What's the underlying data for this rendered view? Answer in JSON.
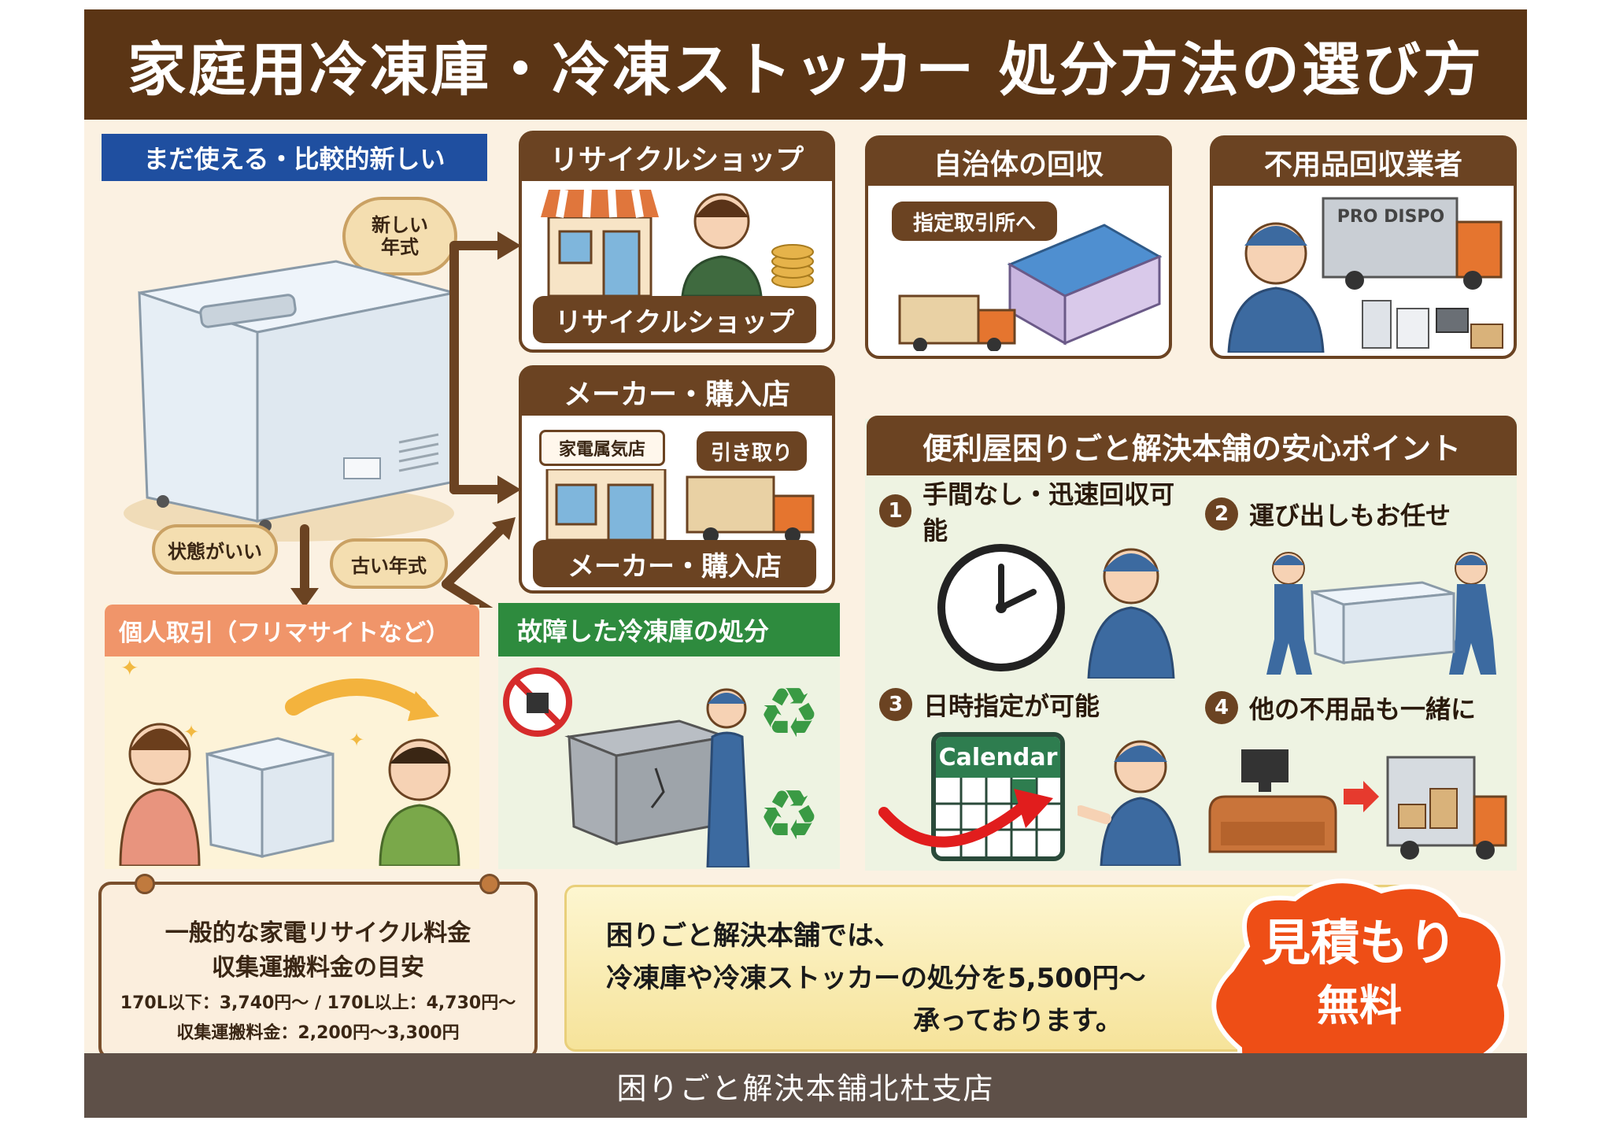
{
  "header": {
    "title": "家庭用冷凍庫・冷凍ストッカー 処分方法の選び方"
  },
  "left": {
    "tag": "まだ使える・比較的新しい",
    "bubble_new": "新しい年式",
    "bubble_good": "状態がいい",
    "bubble_old": "古い年式"
  },
  "recycle_shop": {
    "title": "リサイクルショップ",
    "label": "リサイクルショップ"
  },
  "maker": {
    "title": "メーカー・購入店",
    "store_sign": "家電属気店",
    "pickup": "引き取り",
    "label": "メーカー・購入店"
  },
  "municipal": {
    "title": "自治体の回収",
    "tag": "指定取引所へ"
  },
  "collector": {
    "title": "不用品回収業者",
    "truck_text": "PRO DISPO"
  },
  "personal": {
    "title": "個人取引（フリマサイトなど）"
  },
  "broken": {
    "title": "故障した冷凍庫の処分"
  },
  "points": {
    "title": "便利屋困りごと解決本舗の安心ポイント",
    "items": [
      {
        "num": "1",
        "text": "手間なし・迅速回収可能"
      },
      {
        "num": "2",
        "text": "運び出しもお任せ"
      },
      {
        "num": "3",
        "text": "日時指定が可能"
      },
      {
        "num": "4",
        "text": "他の不用品も一緒に"
      }
    ],
    "calendar_label": "Calendar"
  },
  "fees": {
    "line1": "一般的な家電リサイクル料金",
    "line2": "収集運搬料金の目安",
    "line3": "170L以下：3,740円～ / 170L以上：4,730円～",
    "line4": "収集運搬料金：2,200円～3,300円"
  },
  "promo": {
    "line1": "困りごと解決本舗では、",
    "line2": "冷凍庫や冷凍ストッカーの処分を5,500円～",
    "line3": "承っております。"
  },
  "badge": {
    "line1": "見積もり",
    "line2": "無料"
  },
  "footer": {
    "text": "困りごと解決本舗北杜支店"
  },
  "colors": {
    "brown": "#5b3515",
    "blue_tag": "#1f4fa0",
    "orange_head": "#f0956a",
    "green_head": "#2e8b3e",
    "badge": "#ee4e16"
  }
}
